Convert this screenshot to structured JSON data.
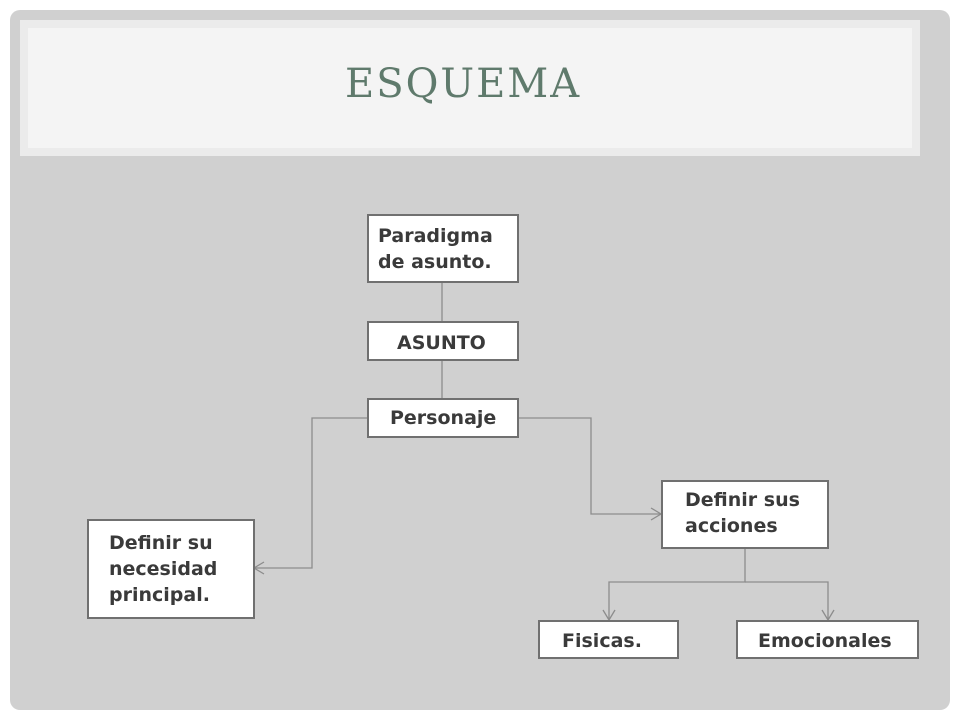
{
  "slide": {
    "title": "ESQUEMA",
    "background_color": "#d0d0d0",
    "title_color": "#5f7a6c"
  },
  "diagram": {
    "nodes": {
      "paradigma": {
        "lines": [
          "Paradigma",
          "de asunto."
        ]
      },
      "asunto": {
        "lines": [
          "ASUNTO"
        ]
      },
      "personaje": {
        "lines": [
          "Personaje"
        ]
      },
      "necesidad": {
        "lines": [
          "Definir su",
          "necesidad",
          "principal."
        ]
      },
      "acciones": {
        "lines": [
          "Definir sus",
          "acciones"
        ]
      },
      "fisicas": {
        "lines": [
          "Fisicas."
        ]
      },
      "emocionales": {
        "lines": [
          "Emocionales"
        ]
      }
    },
    "edges": [
      {
        "from": "paradigma",
        "to": "asunto",
        "arrow": false
      },
      {
        "from": "asunto",
        "to": "personaje",
        "arrow": false
      },
      {
        "from": "personaje",
        "to": "necesidad",
        "arrow": true
      },
      {
        "from": "personaje",
        "to": "acciones",
        "arrow": true
      },
      {
        "from": "acciones",
        "to": "fisicas",
        "arrow": true
      },
      {
        "from": "acciones",
        "to": "emocionales",
        "arrow": true
      }
    ]
  }
}
